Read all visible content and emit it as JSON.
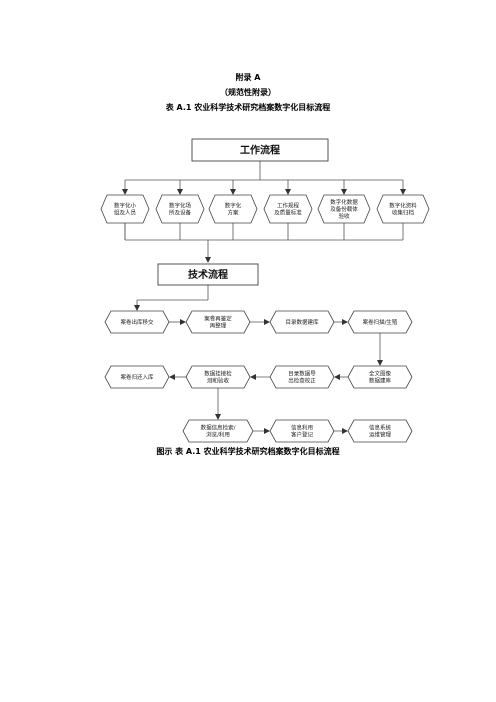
{
  "document": {
    "appendix_title": "附录 A",
    "appendix_note": "（规范性附录）",
    "table_title": "表 A.1  农业科学技术研究档案数字化目标流程",
    "caption": "图示  表 A.1  农业科学技术研究档案数字化目标流程"
  },
  "flowchart": {
    "work_flow_title": "工作流程",
    "work_items": [
      [
        "数字化小",
        "组及人员"
      ],
      [
        "数字化场",
        "所及设备"
      ],
      [
        "数字化",
        "方案"
      ],
      [
        "工作规程",
        "及质量标准"
      ],
      [
        "数字化数据",
        "及备份载体",
        "验收"
      ],
      [
        "数字化资料",
        "收集归档"
      ]
    ],
    "tech_flow_title": "技术流程",
    "tech_row1": [
      [
        "案卷出库移交"
      ],
      [
        "案卷再鉴定",
        "再整理"
      ],
      [
        "目录数据建库"
      ],
      [
        "案卷扫描/生殖"
      ]
    ],
    "tech_row2": [
      [
        "案卷归还入库"
      ],
      [
        "数据挂接检",
        "测和验收"
      ],
      [
        "目录数据导",
        "出检查校正"
      ],
      [
        "全文图像",
        "数据建库"
      ]
    ],
    "tech_row3": [
      [
        "数据信息检索/",
        "浏览/利用"
      ],
      [
        "信息利用",
        "客户登记"
      ],
      [
        "信息系统",
        "运维管理"
      ]
    ]
  }
}
